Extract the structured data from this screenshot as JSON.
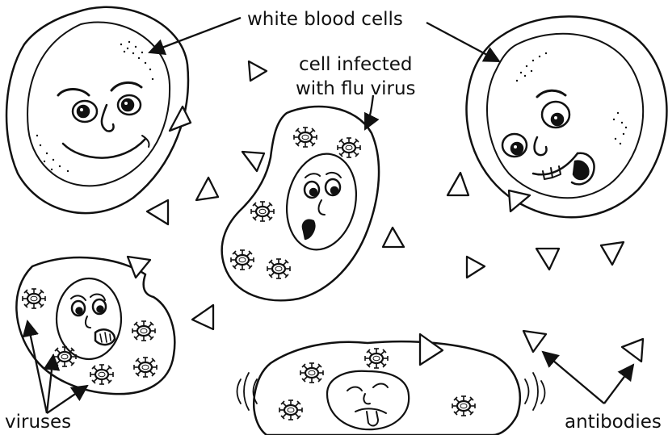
{
  "labels": {
    "white_blood_cells": "white blood cells",
    "infected_cell_line1": "cell infected",
    "infected_cell_line2": "with flu virus",
    "viruses": "viruses",
    "antibodies": "antibodies"
  },
  "colors": {
    "ink": "#111111",
    "paper": "#ffffff"
  },
  "icons": [
    "antibody-triangle-icon",
    "virus-icon",
    "face-icon"
  ]
}
